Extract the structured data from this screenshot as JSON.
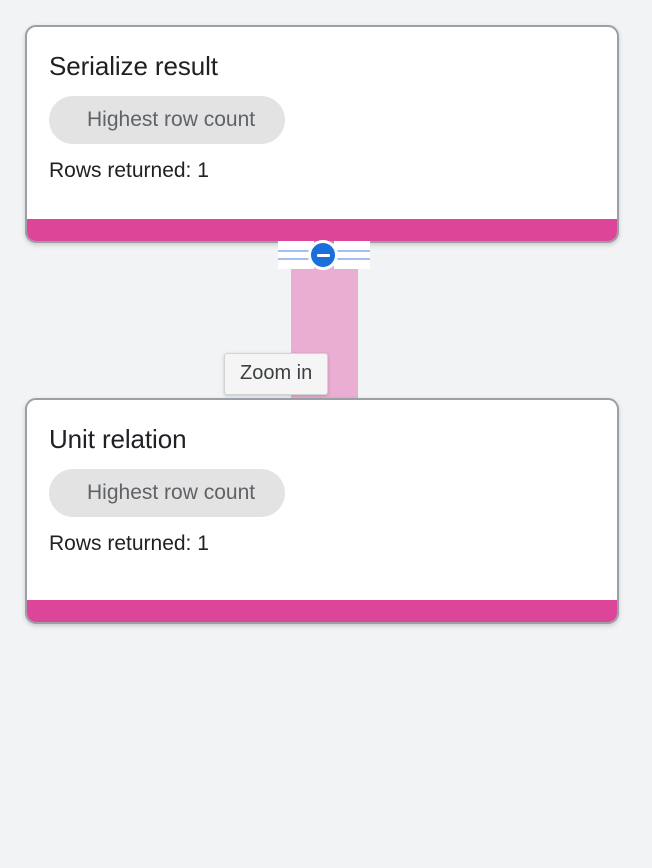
{
  "page": {
    "background_color": "#f1f3f4"
  },
  "graph": {
    "nodes": [
      {
        "id": "serialize-result",
        "title": "Serialize result",
        "badge": "Highest row count",
        "metric": "Rows returned: 1",
        "footer_color": "#dd4598"
      },
      {
        "id": "unit-relation",
        "title": "Unit relation",
        "badge": "Highest row count",
        "metric": "Rows returned: 1",
        "footer_color": "#dd4598"
      }
    ],
    "edge": {
      "from": "serialize-result",
      "to": "unit-relation",
      "color": "#eaaed2"
    },
    "edge_handle": {
      "icon": "minus-circle-icon",
      "state": "expanded",
      "color": "#1a6fdb",
      "rail_color": "#a5bdf0"
    }
  },
  "tooltip": {
    "label": "Zoom in"
  }
}
